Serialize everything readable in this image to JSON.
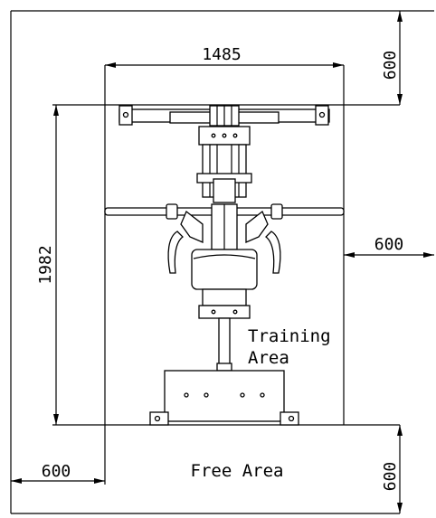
{
  "dimensions": {
    "machine_width": "1485",
    "machine_length": "1982",
    "clearance_top": "600",
    "clearance_right": "600",
    "clearance_left": "600",
    "clearance_bottom": "600"
  },
  "labels": {
    "training_area_line1": "Training",
    "training_area_line2": "Area",
    "free_area": "Free Area"
  },
  "colors": {
    "line": "#000000",
    "background": "#ffffff"
  }
}
